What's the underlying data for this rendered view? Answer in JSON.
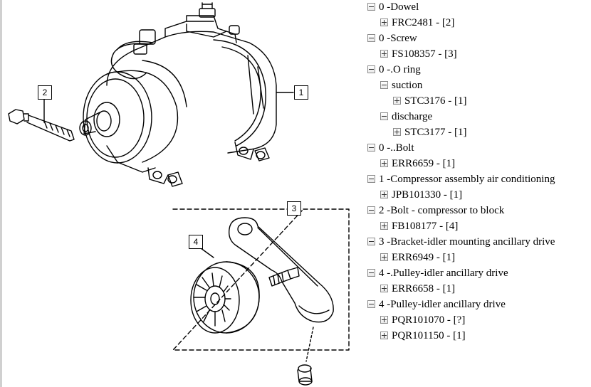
{
  "diagram": {
    "callouts": [
      "1",
      "2",
      "3",
      "4"
    ]
  },
  "tree": [
    {
      "label": "0 -Dowel",
      "depth": 0,
      "expanded": true
    },
    {
      "label": "FRC2481 - [2]",
      "depth": 1,
      "expanded": false
    },
    {
      "label": "0 -Screw",
      "depth": 0,
      "expanded": true
    },
    {
      "label": "FS108357 - [3]",
      "depth": 1,
      "expanded": false
    },
    {
      "label": "0 -.O ring",
      "depth": 0,
      "expanded": true
    },
    {
      "label": "suction",
      "depth": 1,
      "expanded": true
    },
    {
      "label": "STC3176 - [1]",
      "depth": 2,
      "expanded": false
    },
    {
      "label": "discharge",
      "depth": 1,
      "expanded": true
    },
    {
      "label": "STC3177 - [1]",
      "depth": 2,
      "expanded": false
    },
    {
      "label": "0 -..Bolt",
      "depth": 0,
      "expanded": true
    },
    {
      "label": "ERR6659 - [1]",
      "depth": 1,
      "expanded": false
    },
    {
      "label": "1 -Compressor assembly air conditioning",
      "depth": 0,
      "expanded": true
    },
    {
      "label": "JPB101330 - [1]",
      "depth": 1,
      "expanded": false
    },
    {
      "label": "2 -Bolt - compressor to block",
      "depth": 0,
      "expanded": true
    },
    {
      "label": "FB108177 - [4]",
      "depth": 1,
      "expanded": false
    },
    {
      "label": "3 -Bracket-idler mounting ancillary drive",
      "depth": 0,
      "expanded": true
    },
    {
      "label": "ERR6949 - [1]",
      "depth": 1,
      "expanded": false
    },
    {
      "label": "4 -.Pulley-idler ancillary drive",
      "depth": 0,
      "expanded": true
    },
    {
      "label": "ERR6658 - [1]",
      "depth": 1,
      "expanded": false
    },
    {
      "label": "4 -Pulley-idler ancillary drive",
      "depth": 0,
      "expanded": true
    },
    {
      "label": "PQR101070 - [?]",
      "depth": 1,
      "expanded": false
    },
    {
      "label": "PQR101150 - [1]",
      "depth": 1,
      "expanded": false
    }
  ]
}
